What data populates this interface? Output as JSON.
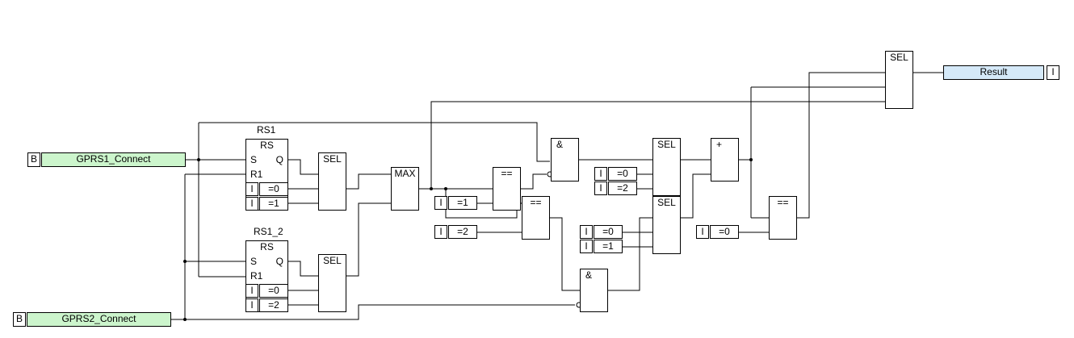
{
  "variables": {
    "gprs1": {
      "type": "B",
      "name": "GPRS1_Connect"
    },
    "gprs2": {
      "type": "B",
      "name": "GPRS2_Connect"
    },
    "result": {
      "type": "I",
      "name": "Result"
    }
  },
  "blocks": {
    "rs1": {
      "instance": "RS1",
      "type": "RS",
      "pin_s": "S",
      "pin_r1": "R1",
      "pin_q": "Q"
    },
    "rs1_2": {
      "instance": "RS1_2",
      "type": "RS",
      "pin_s": "S",
      "pin_r1": "R1",
      "pin_q": "Q"
    },
    "sel": "SEL",
    "max": "MAX",
    "eq": "==",
    "and": "&",
    "add": "+"
  },
  "constants": {
    "type": "I",
    "c_rs1_0": "=0",
    "c_rs1_1": "=1",
    "c_rs12_0": "=0",
    "c_rs12_2": "=2",
    "c_eq_1": "=1",
    "c_eq_2": "=2",
    "c_selA_0": "=0",
    "c_selA_2": "=2",
    "c_selB_0": "=0",
    "c_selB_1": "=1",
    "c_eq3_0": "=0"
  },
  "colors": {
    "bool_var": "#ccf5cc",
    "int_var": "#d5e9f8",
    "wire": "#000000"
  }
}
